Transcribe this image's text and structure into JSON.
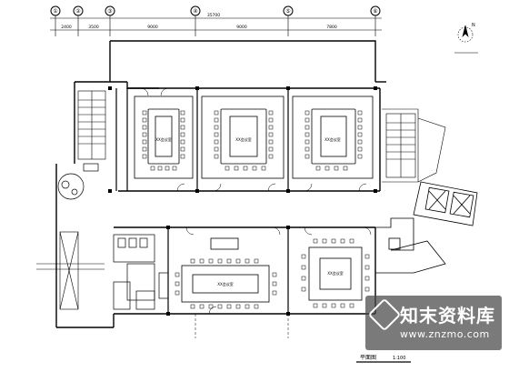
{
  "drawing": {
    "axis_labels": [
      "①",
      "②",
      "③",
      "④",
      "⑤",
      "⑥"
    ],
    "dim_top": [
      "2400",
      "3500",
      "9000",
      "9000",
      "7800"
    ],
    "dim_total": "35700",
    "room_label": "XX会议室",
    "title": "平面图",
    "scale": "1:100",
    "north_label": "N"
  },
  "watermark": {
    "text": "知末资料库",
    "url": "www.znzmo.com"
  }
}
